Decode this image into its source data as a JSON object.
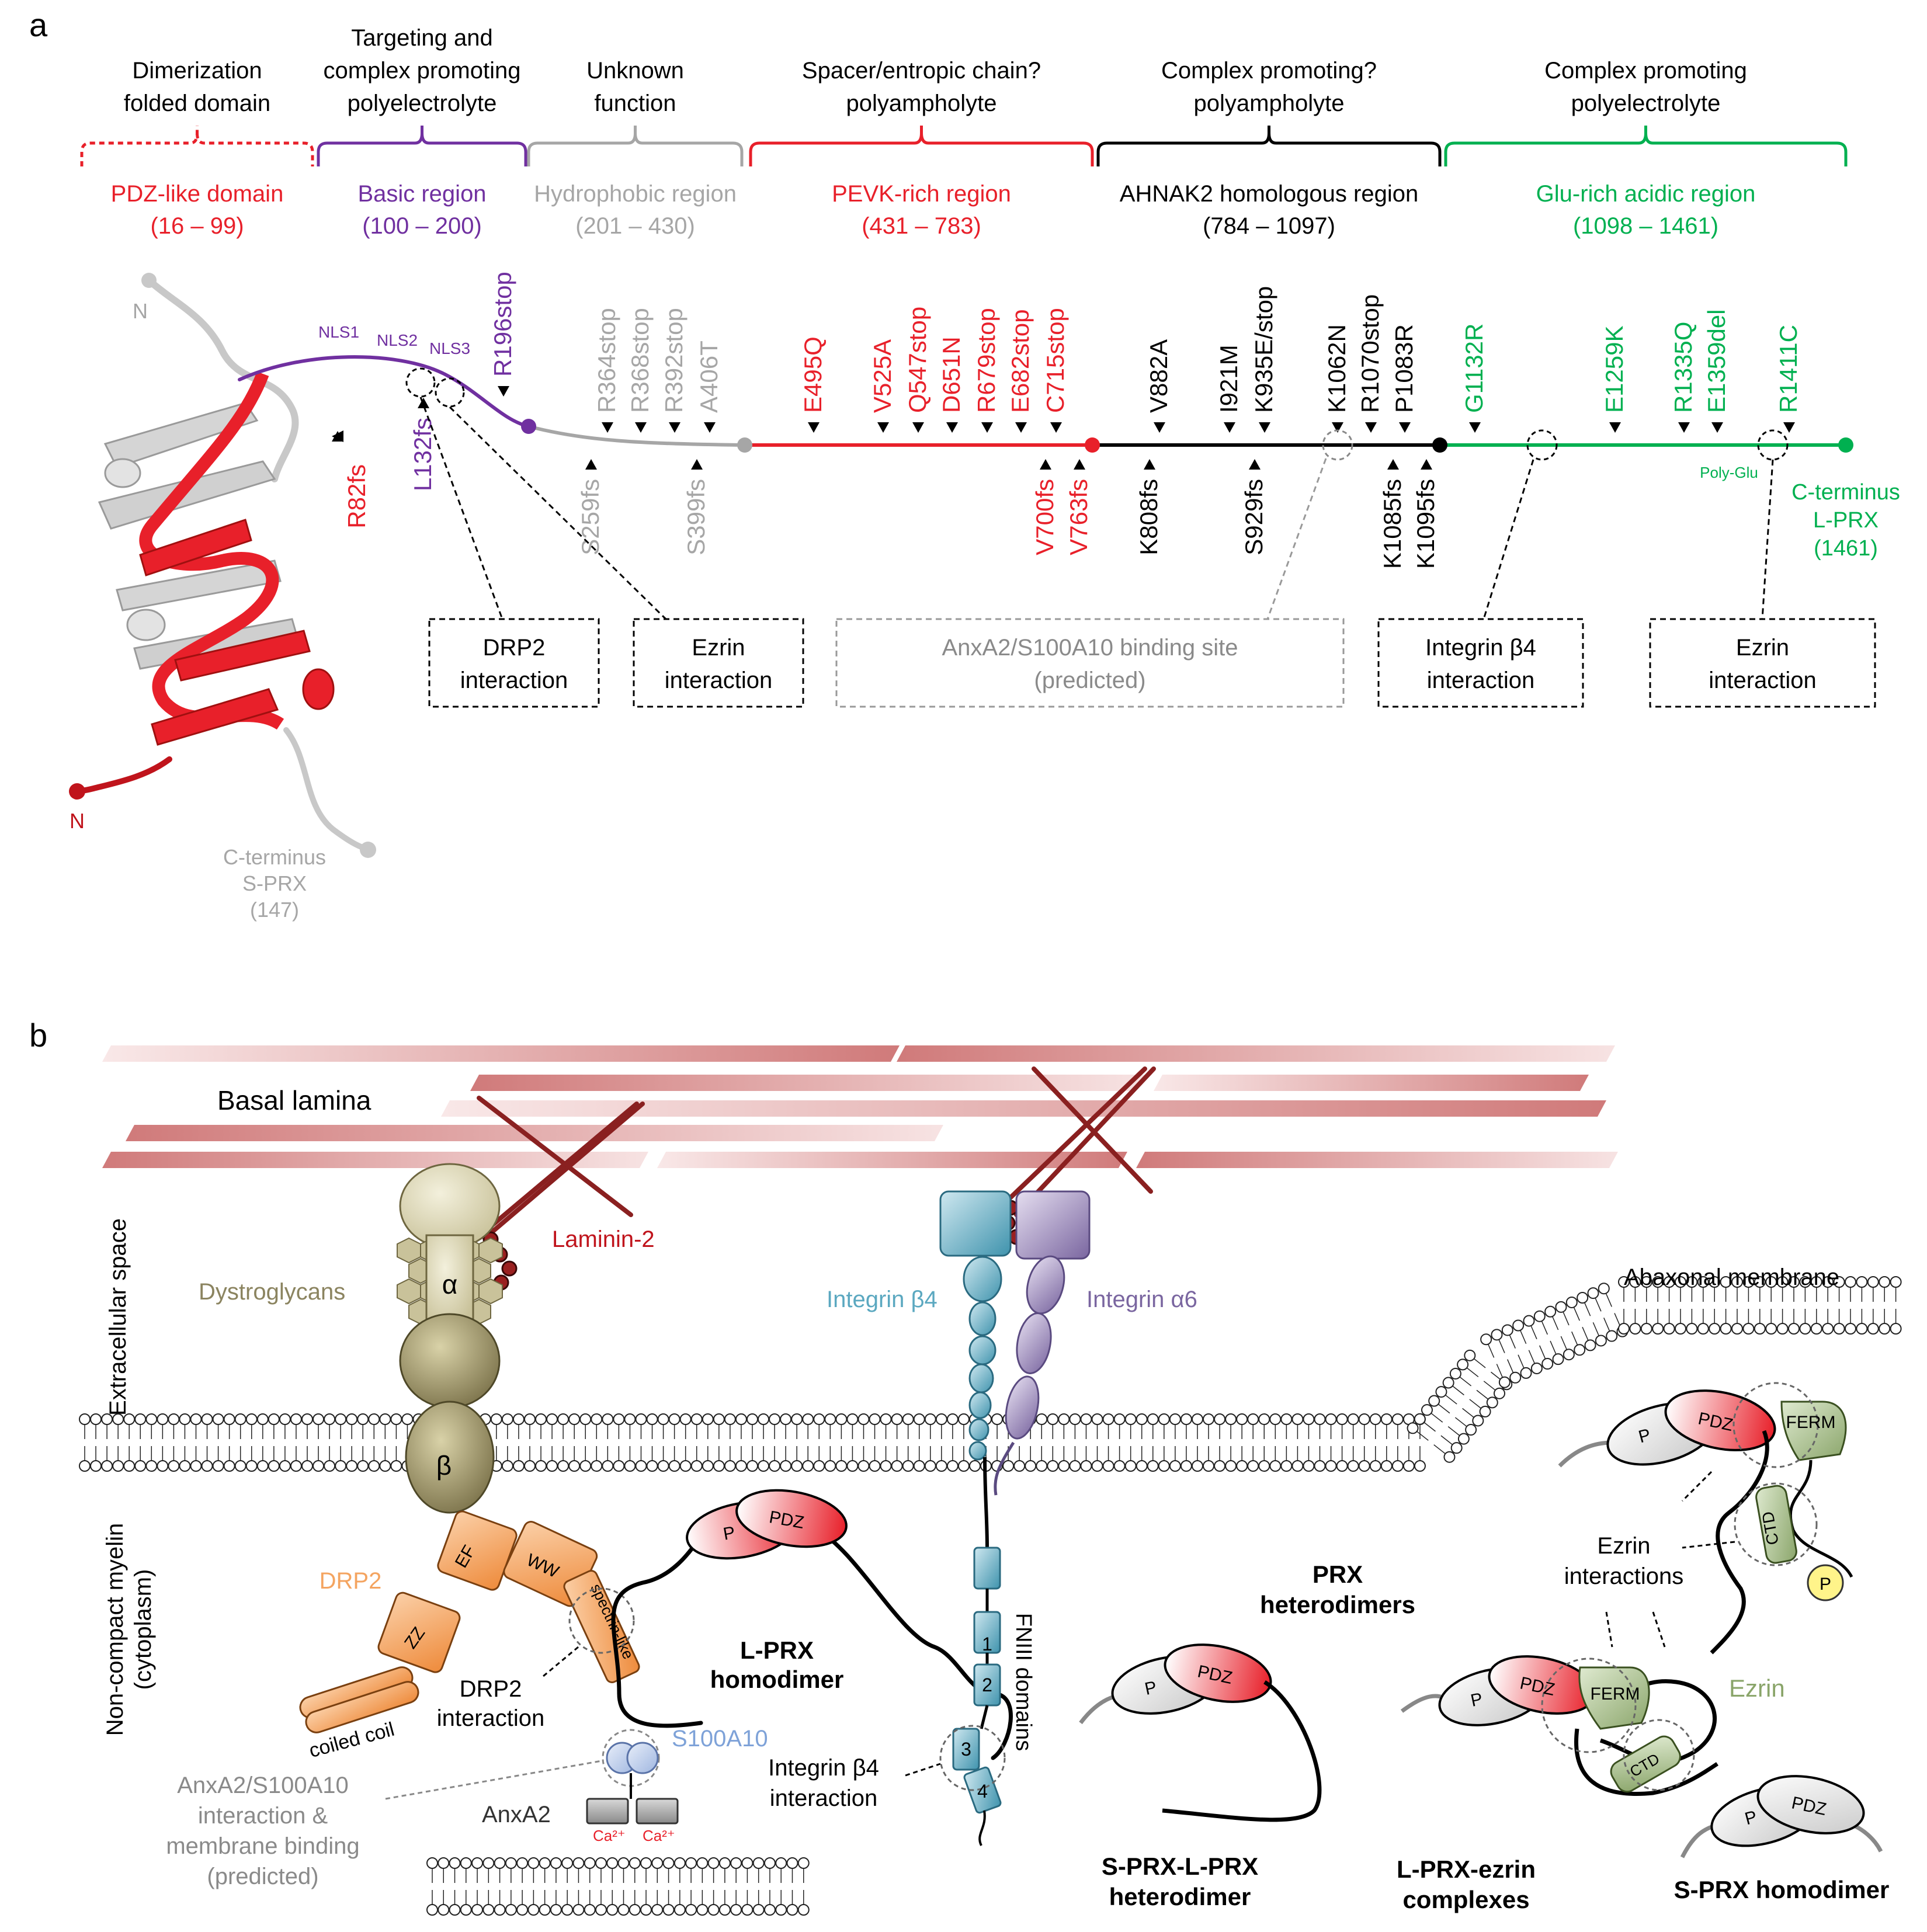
{
  "panel_a": {
    "letter": "a",
    "regions": [
      {
        "func": [
          "Dimerization",
          "folded domain"
        ],
        "name": "PDZ-like domain",
        "range": "(16 – 99)",
        "color": "#e8202a",
        "dotted": true
      },
      {
        "func": [
          "Targeting and",
          "complex promoting",
          "polyelectrolyte"
        ],
        "name": "Basic region",
        "range": "(100 – 200)",
        "color": "#7030a0",
        "dotted": false
      },
      {
        "func": [
          "Unknown",
          "function"
        ],
        "name": "Hydrophobic region",
        "range": "(201 – 430)",
        "color": "#a6a6a6",
        "dotted": false
      },
      {
        "func": [
          "Spacer/entropic chain?",
          "polyampholyte"
        ],
        "name": "PEVK-rich region",
        "range": "(431 – 783)",
        "color": "#e8202a",
        "dotted": false
      },
      {
        "func": [
          "Complex promoting?",
          "polyampholyte"
        ],
        "name": "AHNAK2 homologous region",
        "range": "(784 – 1097)",
        "color": "#000000",
        "dotted": false
      },
      {
        "func": [
          "Complex promoting",
          "polyelectrolyte"
        ],
        "name": "Glu-rich acidic region",
        "range": "(1098 – 1461)",
        "color": "#00b050",
        "dotted": false
      }
    ],
    "structure_labels": {
      "n_top": "N",
      "n_bottom": "N",
      "c_term_s": [
        "C-terminus",
        "S-PRX",
        "(147)"
      ],
      "c_term_l": [
        "C-terminus",
        "L-PRX",
        "(1461)"
      ],
      "nls1": "NLS1",
      "nls2": "NLS2",
      "nls3": "NLS3",
      "poly_glu": "Poly-Glu"
    },
    "mutations_above": [
      {
        "label": "R196stop",
        "color": "#7030a0"
      },
      {
        "label": "R364stop",
        "color": "#a6a6a6"
      },
      {
        "label": "R368stop",
        "color": "#a6a6a6"
      },
      {
        "label": "R392stop",
        "color": "#a6a6a6"
      },
      {
        "label": "A406T",
        "color": "#a6a6a6"
      },
      {
        "label": "E495Q",
        "color": "#e8202a"
      },
      {
        "label": "V525A",
        "color": "#e8202a"
      },
      {
        "label": "Q547stop",
        "color": "#e8202a"
      },
      {
        "label": "D651N",
        "color": "#e8202a"
      },
      {
        "label": "R679stop",
        "color": "#e8202a"
      },
      {
        "label": "E682stop",
        "color": "#e8202a"
      },
      {
        "label": "C715stop",
        "color": "#e8202a"
      },
      {
        "label": "V882A",
        "color": "#000000"
      },
      {
        "label": "I921M",
        "color": "#000000"
      },
      {
        "label": "K935E/stop",
        "color": "#000000"
      },
      {
        "label": "K1062N",
        "color": "#000000"
      },
      {
        "label": "R1070stop",
        "color": "#000000"
      },
      {
        "label": "P1083R",
        "color": "#000000"
      },
      {
        "label": "G1132R",
        "color": "#00b050"
      },
      {
        "label": "E1259K",
        "color": "#00b050"
      },
      {
        "label": "R1335Q",
        "color": "#00b050"
      },
      {
        "label": "E1359del",
        "color": "#00b050"
      },
      {
        "label": "R1411C",
        "color": "#00b050"
      }
    ],
    "mutations_below": [
      {
        "label": "R82fs",
        "color": "#e8202a"
      },
      {
        "label": "L132fs",
        "color": "#7030a0"
      },
      {
        "label": "S259fs",
        "color": "#a6a6a6"
      },
      {
        "label": "S399fs",
        "color": "#a6a6a6"
      },
      {
        "label": "V700fs",
        "color": "#e8202a"
      },
      {
        "label": "V763fs",
        "color": "#e8202a"
      },
      {
        "label": "K808fs",
        "color": "#000000"
      },
      {
        "label": "S929fs",
        "color": "#000000"
      },
      {
        "label": "K1085fs",
        "color": "#000000"
      },
      {
        "label": "K1095fs",
        "color": "#000000"
      }
    ],
    "boxes": [
      {
        "lines": [
          "DRP2",
          "interaction"
        ],
        "grey": false
      },
      {
        "lines": [
          "Ezrin",
          "interaction"
        ],
        "grey": false
      },
      {
        "lines": [
          "AnxA2/S100A10 binding site",
          "(predicted)"
        ],
        "grey": true
      },
      {
        "lines": [
          "Integrin β4",
          "interaction"
        ],
        "grey": false
      },
      {
        "lines": [
          "Ezrin",
          "interaction"
        ],
        "grey": false
      }
    ]
  },
  "panel_b": {
    "letter": "b",
    "basal_lamina": "Basal lamina",
    "extracellular": "Extracellular space",
    "cytoplasm": [
      "Non-compact myelin",
      "(cytoplasm)"
    ],
    "laminin": "Laminin-2",
    "dystroglycans": "Dystroglycans",
    "alpha": "α",
    "beta": "β",
    "integrin_b4": "Integrin β4",
    "integrin_a6": "Integrin α6",
    "abaxonal": "Abaxonal membrane",
    "drp2": "DRP2",
    "ef": "EF",
    "ww": "WW",
    "spectrin": "spectrin-like",
    "zz": "ZZ",
    "coiled_coil": "coiled coil",
    "drp2_interaction": [
      "DRP2",
      "interaction"
    ],
    "lprx_homodimer": [
      "L-PRX",
      "homodimer"
    ],
    "pdz": "PDZ",
    "pdz_partial": "P",
    "s100a10": "S100A10",
    "anxa2": "AnxA2",
    "ca": "Ca²⁺",
    "anx_note": [
      "AnxA2/S100A10",
      "interaction &",
      "membrane binding",
      "(predicted)"
    ],
    "integrin_interaction": [
      "Integrin β4",
      "interaction"
    ],
    "fniii": "FNIII domains",
    "fniii_numbers": [
      "1",
      "2",
      "3",
      "4"
    ],
    "prx_heterodimers": [
      "PRX",
      "heterodimers"
    ],
    "ezrin_interactions": [
      "Ezrin",
      "interactions"
    ],
    "ferm": "FERM",
    "ctd": "CTD",
    "p_label": "P",
    "ezrin": "Ezrin",
    "sl_heterodimer": [
      "S-PRX-L-PRX",
      "heterodimer"
    ],
    "lprx_ezrin": [
      "L-PRX-ezrin",
      "complexes"
    ],
    "sprx_homodimer": "S-PRX homodimer"
  },
  "colors": {
    "red": "#e8202a",
    "purple": "#7030a0",
    "grey": "#a6a6a6",
    "green": "#00b050",
    "orange": "#f4a460",
    "teal": "#5ba8c0",
    "lavender": "#9b87b8",
    "olive": "#8b8460",
    "ezrin_green": "#a9c08a"
  }
}
